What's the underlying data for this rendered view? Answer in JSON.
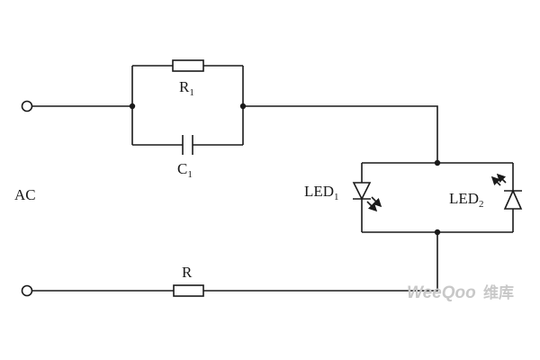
{
  "labels": {
    "ac": "AC",
    "r1": {
      "base": "R",
      "sub": "1"
    },
    "c1": {
      "base": "C",
      "sub": "1"
    },
    "r": "R",
    "led1": {
      "base": "LED",
      "sub": "1"
    },
    "led2": {
      "base": "LED",
      "sub": "2"
    }
  },
  "watermark": {
    "latin": "WeeQoo",
    "cjk": "维库"
  },
  "colors": {
    "line": "#1a1a1a",
    "watermark": "#c8c8c8"
  }
}
